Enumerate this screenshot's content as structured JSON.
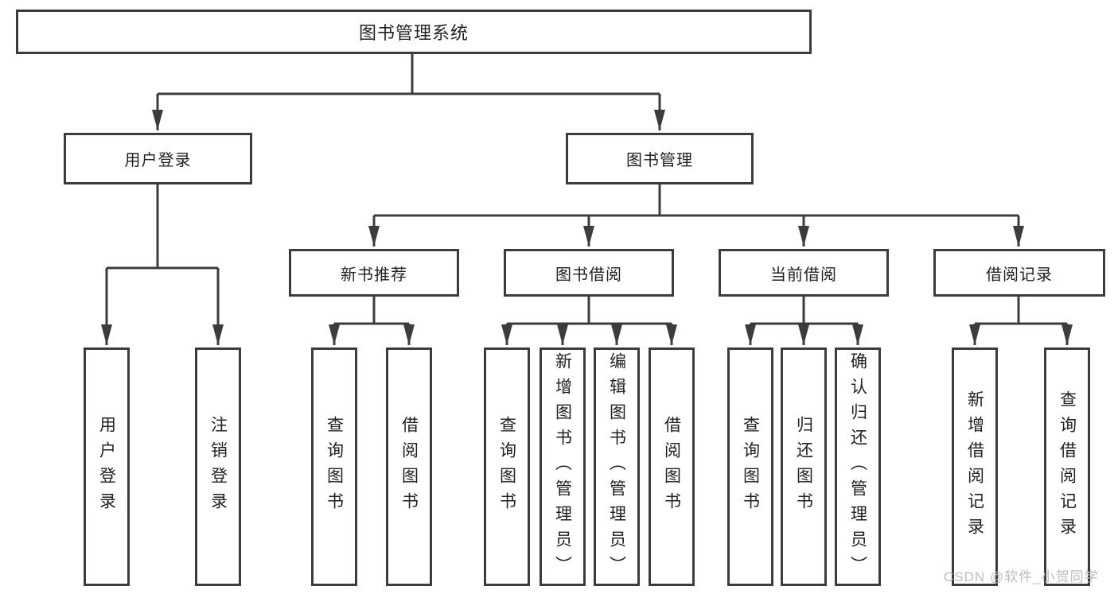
{
  "diagram": {
    "type": "hierarchy-tree",
    "watermark": "CSDN @软件_小贺同学",
    "colors": {
      "background": "#ffffff",
      "line": "#3c3c3c",
      "box_border": "#3c3c3c",
      "text": "#212121",
      "watermark": "#bdbdbd"
    },
    "tree": {
      "label": "图书管理系统",
      "children": [
        {
          "label": "用户登录",
          "children": [
            {
              "label": "用户登录"
            },
            {
              "label": "注销登录"
            }
          ]
        },
        {
          "label": "图书管理",
          "children": [
            {
              "label": "新书推荐",
              "children": [
                {
                  "label": "查询图书"
                },
                {
                  "label": "借阅图书"
                }
              ]
            },
            {
              "label": "图书借阅",
              "children": [
                {
                  "label": "查询图书"
                },
                {
                  "label": "新增图书（管理员）"
                },
                {
                  "label": "编辑图书（管理员）"
                },
                {
                  "label": "借阅图书"
                }
              ]
            },
            {
              "label": "当前借阅",
              "children": [
                {
                  "label": "查询图书"
                },
                {
                  "label": "归还图书"
                },
                {
                  "label": "确认归还（管理员）"
                }
              ]
            },
            {
              "label": "借阅记录",
              "children": [
                {
                  "label": "新增借阅记录"
                },
                {
                  "label": "查询借阅记录"
                }
              ]
            }
          ]
        }
      ]
    }
  }
}
